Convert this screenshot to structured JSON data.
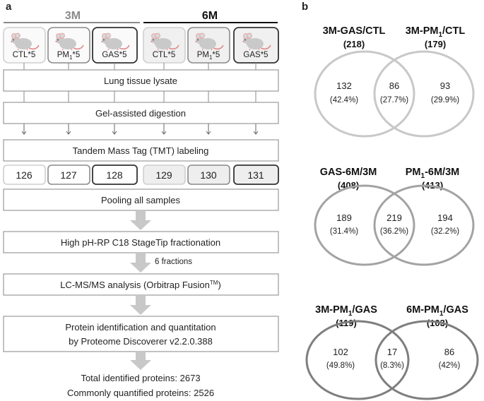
{
  "panel_a": {
    "label": "a",
    "group_3m": "3M",
    "group_6m": "6M",
    "mice": [
      {
        "label": "CTL*5"
      },
      {
        "label": "PM",
        "sub": "1",
        "suffix": "*5"
      },
      {
        "label": "GAS*5"
      },
      {
        "label": "CTL*5"
      },
      {
        "label": "PM",
        "sub": "1",
        "suffix": "*5"
      },
      {
        "label": "GAS*5"
      }
    ],
    "steps": {
      "lysate": "Lung tissue lysate",
      "digestion": "Gel-assisted digestion",
      "tmt": "Tandem Mass Tag (TMT) labeling",
      "pooling": "Pooling all samples",
      "fractionation": "High pH-RP C18 StageTip fractionation",
      "fractions_note": "6 fractions",
      "lcms": "LC-MS/MS analysis (Orbitrap Fusion",
      "lcms_tm": "TM",
      "lcms_close": ")",
      "identification_line1": "Protein identification and quantitation",
      "identification_line2": "by Proteome Discoverer v2.2.0.388"
    },
    "tmt_channels": [
      "126",
      "127",
      "128",
      "129",
      "130",
      "131"
    ],
    "results": {
      "total": "Total identified proteins: 2673",
      "quantified": "Commonly quantified proteins: 2526"
    },
    "colors": {
      "group_3m": "#8a8a8a",
      "group_6m": "#111111",
      "arrow": "#c8c8c8"
    }
  },
  "panel_b": {
    "label": "b",
    "venns": [
      {
        "left_title": "3M-GAS/CTL",
        "left_count": "(218)",
        "right_title_pre": "3M-PM",
        "right_title_sub": "1",
        "right_title_post": "/CTL",
        "right_count": "(179)",
        "left_only": "132",
        "left_only_pct": "(42.4%)",
        "overlap": "86",
        "overlap_pct": "(27.7%)",
        "right_only": "93",
        "right_only_pct": "(29.9%)",
        "color": "#c8c8c8"
      },
      {
        "left_title": "GAS-6M/3M",
        "left_count": "(408)",
        "right_title_pre": "PM",
        "right_title_sub": "1",
        "right_title_post": "-6M/3M",
        "right_count": "(413)",
        "left_only": "189",
        "left_only_pct": "(31.4%)",
        "overlap": "219",
        "overlap_pct": "(36.2%)",
        "right_only": "194",
        "right_only_pct": "(32.2%)",
        "color": "#a3a3a3"
      },
      {
        "left_title_pre": "3M-PM",
        "left_title_sub": "1",
        "left_title_post": "/GAS",
        "left_count": "(119)",
        "right_title_pre": "6M-PM",
        "right_title_sub": "1",
        "right_title_post": "/GAS",
        "right_count": "(103)",
        "left_only": "102",
        "left_only_pct": "(49.8%)",
        "overlap": "17",
        "overlap_pct": "(8.3%)",
        "right_only": "86",
        "right_only_pct": "(42%)",
        "color": "#7e7e7e"
      }
    ]
  }
}
